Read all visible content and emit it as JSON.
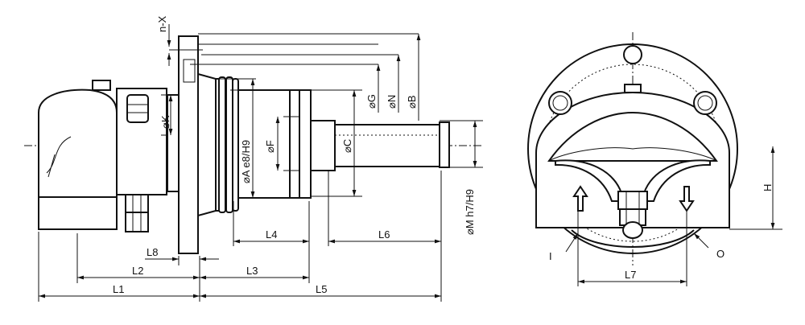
{
  "side_view": {
    "labels": {
      "nx": "n-X",
      "k": "⌀K",
      "g": "⌀G",
      "n": "⌀N",
      "b": "⌀B",
      "a": "⌀A e8/H9",
      "f": "⌀F",
      "c": "⌀C",
      "m": "⌀M h7/H9",
      "l1": "L1",
      "l2": "L2",
      "l3": "L3",
      "l4": "L4",
      "l5": "L5",
      "l6": "L6",
      "l8": "L8"
    }
  },
  "front_view": {
    "labels": {
      "h": "H",
      "l7": "L7",
      "inlet": "I",
      "outlet": "O"
    }
  }
}
